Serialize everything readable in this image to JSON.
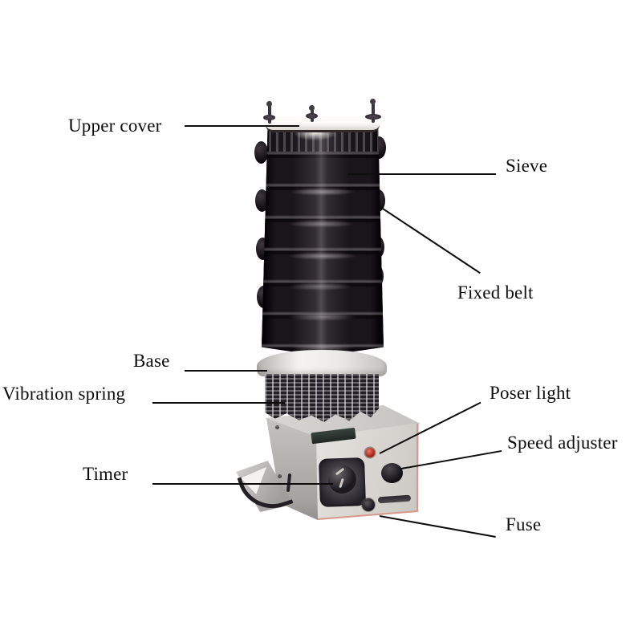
{
  "labels": {
    "upper_cover": "Upper cover",
    "sieve": "Sieve",
    "fixed_belt": "Fixed belt",
    "base": "Base",
    "vibration_spring": "Vibration spring",
    "poser_light": "Poser light",
    "speed_adjuster": "Speed adjuster",
    "timer": "Timer",
    "fuse": "Fuse"
  },
  "colors": {
    "background": "#ffffff",
    "label_text": "#0d0d0d",
    "leader_line": "#0d0d0d",
    "sieve_column": "#1a151b",
    "machine_body": "#d5d2cd",
    "power_light_red": "#a22418",
    "base_flange": "#f5f3ef"
  }
}
